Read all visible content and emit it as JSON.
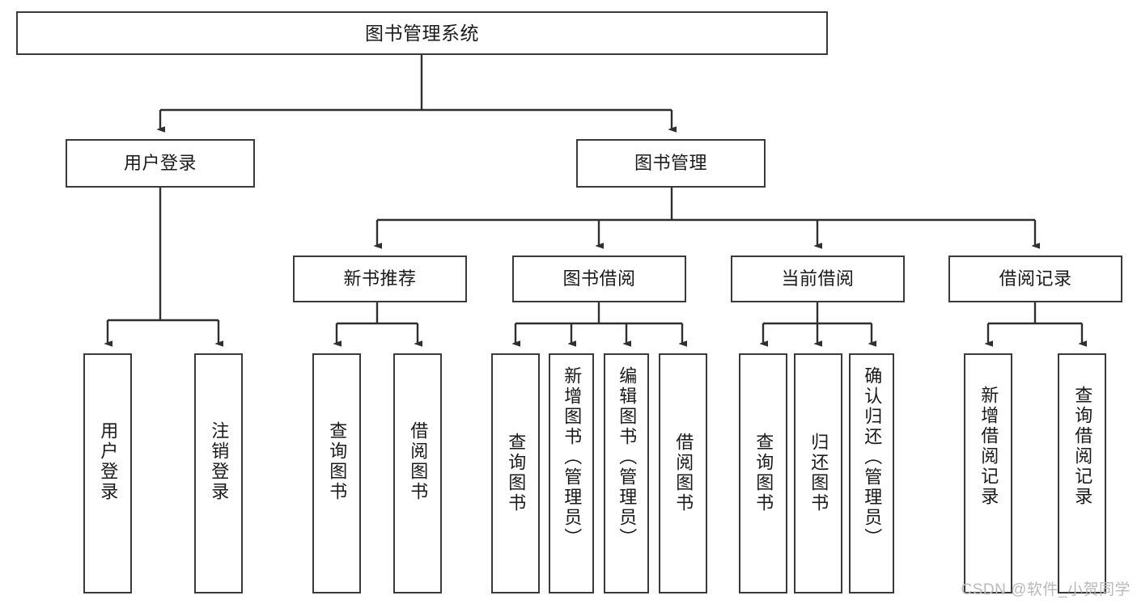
{
  "diagram": {
    "title": "图书管理系统",
    "type": "hierarchy-tree",
    "nodes": {
      "root": {
        "label": "图书管理系统"
      },
      "level2": [
        {
          "id": "user-login",
          "label": "用户登录"
        },
        {
          "id": "book-management",
          "label": "图书管理"
        }
      ],
      "level3": [
        {
          "id": "new-book-recommend",
          "label": "新书推荐"
        },
        {
          "id": "book-borrow",
          "label": "图书借阅"
        },
        {
          "id": "current-borrow",
          "label": "当前借阅"
        },
        {
          "id": "borrow-record",
          "label": "借阅记录"
        }
      ],
      "leaves": {
        "user-login": [
          {
            "id": "leaf-user-login",
            "label": "用户登录"
          },
          {
            "id": "leaf-logout-login",
            "label": "注销登录"
          }
        ],
        "new-book-recommend": [
          {
            "id": "leaf-query-book-1",
            "label": "查询图书"
          },
          {
            "id": "leaf-borrow-book-1",
            "label": "借阅图书"
          }
        ],
        "book-borrow": [
          {
            "id": "leaf-query-book-2",
            "label": "查询图书"
          },
          {
            "id": "leaf-add-book",
            "label": "新增图书（管理员）"
          },
          {
            "id": "leaf-edit-book",
            "label": "编辑图书（管理员）"
          },
          {
            "id": "leaf-borrow-book-2",
            "label": "借阅图书"
          }
        ],
        "current-borrow": [
          {
            "id": "leaf-query-book-3",
            "label": "查询图书"
          },
          {
            "id": "leaf-return-book",
            "label": "归还图书"
          },
          {
            "id": "leaf-confirm-return",
            "label": "确认归还（管理员）"
          }
        ],
        "borrow-record": [
          {
            "id": "leaf-add-borrow-record",
            "label": "新增借阅记录"
          },
          {
            "id": "leaf-query-borrow-record",
            "label": "查询借阅记录"
          }
        ]
      }
    },
    "colors": {
      "box_border": "#3a3a3a",
      "box_fill": "#ffffff",
      "text": "#1a1a1a",
      "edge": "#2f2f2f",
      "watermark": "#b9b9b9"
    }
  },
  "watermark": {
    "text": "CSDN @软件_小贺同学"
  }
}
